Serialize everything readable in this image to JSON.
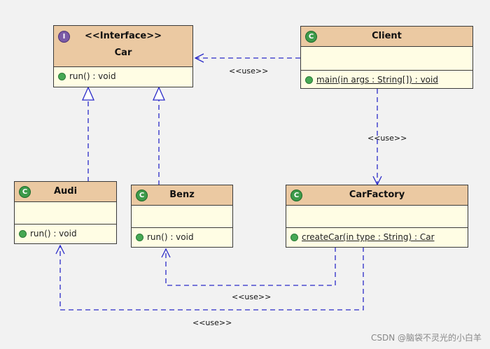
{
  "diagram": {
    "classes": {
      "car": {
        "stereotype": "<<Interface>>",
        "name": "Car",
        "ops": [
          "run() : void"
        ]
      },
      "client": {
        "name": "Client",
        "ops": [
          "main(in args : String[]) : void"
        ]
      },
      "audi": {
        "name": "Audi",
        "ops": [
          "run() : void"
        ]
      },
      "benz": {
        "name": "Benz",
        "ops": [
          "run() : void"
        ]
      },
      "carfactory": {
        "name": "CarFactory",
        "ops": [
          "createCar(in type : String) : Car"
        ]
      }
    },
    "edge_labels": {
      "client_car": "<<use>>",
      "client_factory": "<<use>>",
      "factory_benz": "<<use>>",
      "factory_audi": "<<use>>"
    },
    "colors": {
      "header": "#ebc9a2",
      "body": "#fffde4",
      "edge": "#2b2bc8",
      "class_icon": "#3d9a4a",
      "interface_icon": "#7b5aa6"
    },
    "icons": {
      "class": "class-c-icon",
      "interface": "interface-i-icon",
      "operation": "public-operation-dot-icon"
    }
  },
  "watermark": "CSDN @脑袋不灵光的小白羊"
}
